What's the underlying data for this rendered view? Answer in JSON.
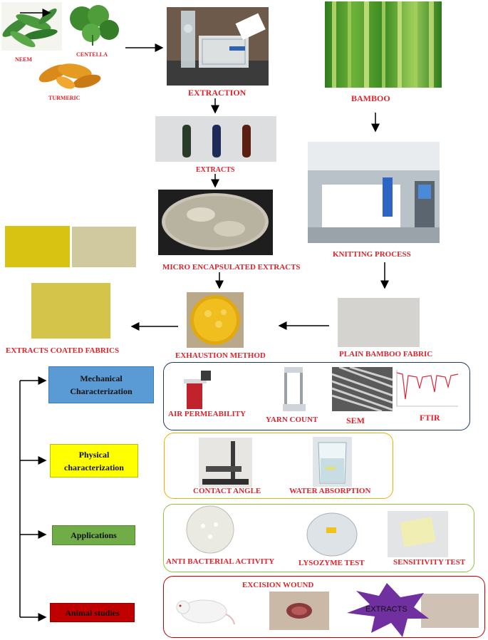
{
  "labels": {
    "neem": "NEEM",
    "centella": "CENTELLA",
    "turmeric": "TURMERIC",
    "extraction": "EXTRACTION",
    "bamboo": "BAMBOO",
    "extracts": "EXTRACTS",
    "micro_encapsulated": "MICRO ENCAPSULATED EXTRACTS",
    "knitting": "KNITTING PROCESS",
    "coated_fabrics": "EXTRACTS COATED FABRICS",
    "exhaustion": "EXHAUSTION METHOD",
    "plain_fabric": "PLAIN BAMBOO FABRIC"
  },
  "categories": {
    "mechanical_line1": "Mechanical",
    "mechanical_line2": "Characterization",
    "physical_line1": "Physical",
    "physical_line2": "characterization",
    "applications": "Applications",
    "animal": "Animal studies"
  },
  "tests": {
    "air_permeability": "AIR PERMEABILITY",
    "yarn_count": "YARN COUNT",
    "sem": "SEM",
    "ftir": "FTIR",
    "contact_angle": "CONTACT ANGLE",
    "water_absorption": "WATER ABSORPTION",
    "anti_bacterial": "ANTI BACTERIAL ACTIVITY",
    "lysozyme": "LYSOZYME TEST",
    "sensitivity": "SENSITIVITY TEST",
    "excision_wound": "EXCISION WOUND",
    "extracts_star": "EXTRACTS"
  },
  "colors": {
    "label_red": "#e0232b",
    "mechanical_box": "#5b9bd5",
    "physical_box": "#ffff00",
    "applications_box": "#70ad47",
    "animal_box": "#c00000",
    "mechanical_frame": "#1f3864",
    "physical_frame": "#f0b000",
    "applications_frame": "#8dc63f",
    "animal_frame": "#c00000",
    "star_fill": "#7030a0"
  }
}
